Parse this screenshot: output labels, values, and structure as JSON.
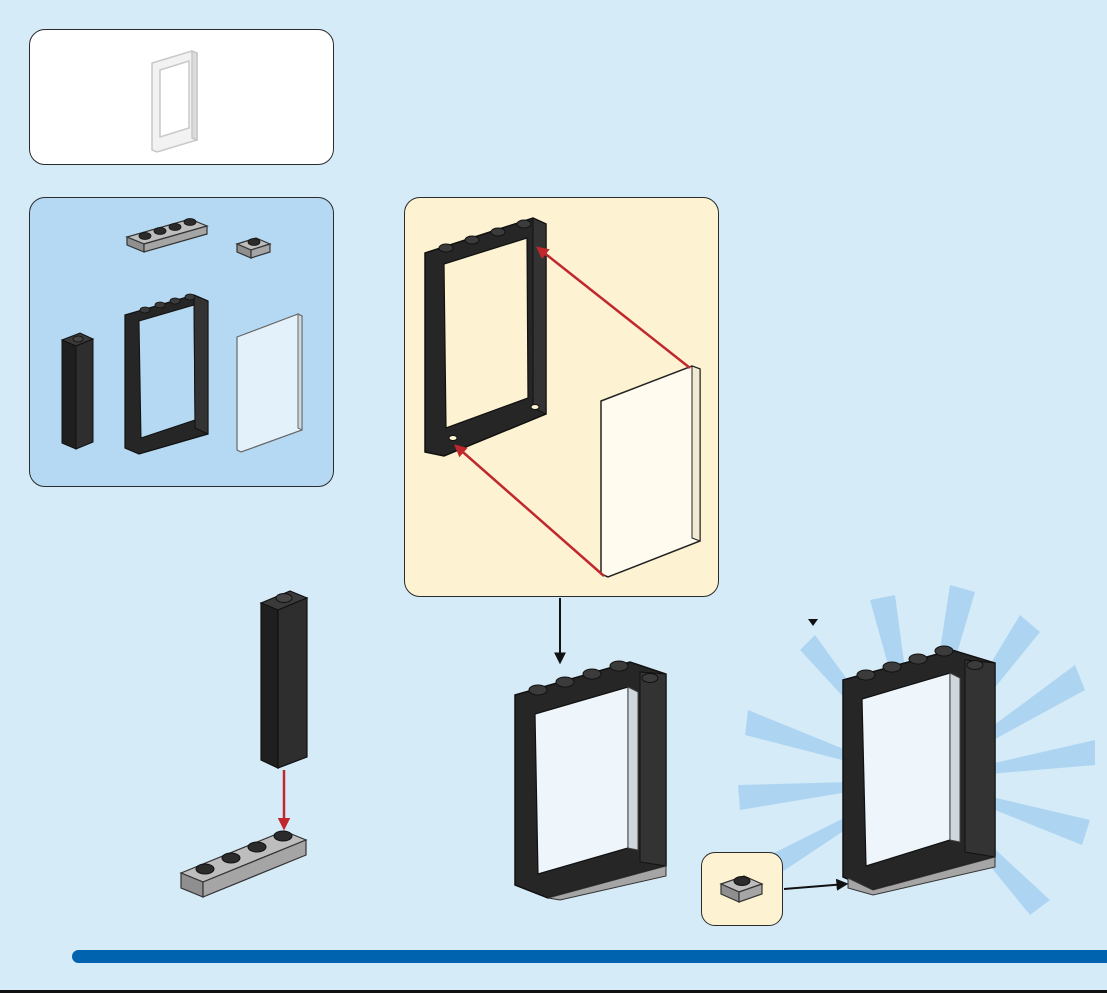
{
  "instruction": {
    "type": "assembly-step",
    "components": [
      {
        "name": "plate-1x4",
        "color": "#a9a9a9",
        "role": "part"
      },
      {
        "name": "plate-1x1",
        "color": "#a9a9a9",
        "role": "part"
      },
      {
        "name": "brick-1x1x3",
        "color": "#262626",
        "role": "part"
      },
      {
        "name": "door-frame-1x4x6",
        "color": "#262626",
        "role": "part"
      },
      {
        "name": "glass-panel",
        "color": "#fdfaf0",
        "role": "part"
      }
    ]
  },
  "colors": {
    "background": "#d6ebf8",
    "parts_panel": "#b5d9f3",
    "subassembly_panel": "#fdf3d2",
    "arrow_red": "#c0282d",
    "progress_bar": "#0063b0",
    "burst": "#a9d3f2"
  },
  "progress": {
    "fraction": 1.0
  }
}
